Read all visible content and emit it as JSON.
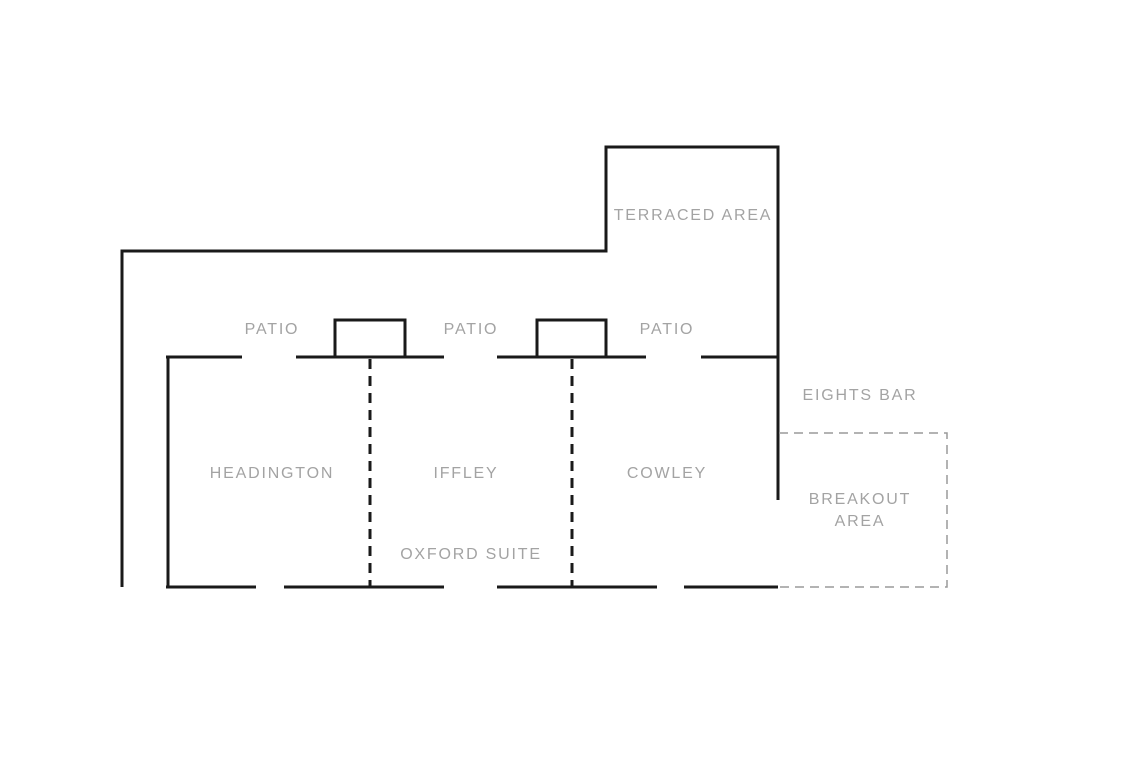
{
  "labels": {
    "terraced_area": "TERRACED AREA",
    "patio_left": "PATIO",
    "patio_middle": "PATIO",
    "patio_right": "PATIO",
    "eights_bar": "EIGHTS BAR",
    "headington": "HEADINGTON",
    "iffley": "IFFLEY",
    "cowley": "COWLEY",
    "breakout_area_line1": "BREAKOUT",
    "breakout_area_line2": "AREA",
    "oxford_suite": "OXFORD SUITE"
  },
  "colors": {
    "wall": "#1a1a1a",
    "label": "#a3a3a3",
    "boundary": "#9a9a9a",
    "background": "#ffffff"
  }
}
